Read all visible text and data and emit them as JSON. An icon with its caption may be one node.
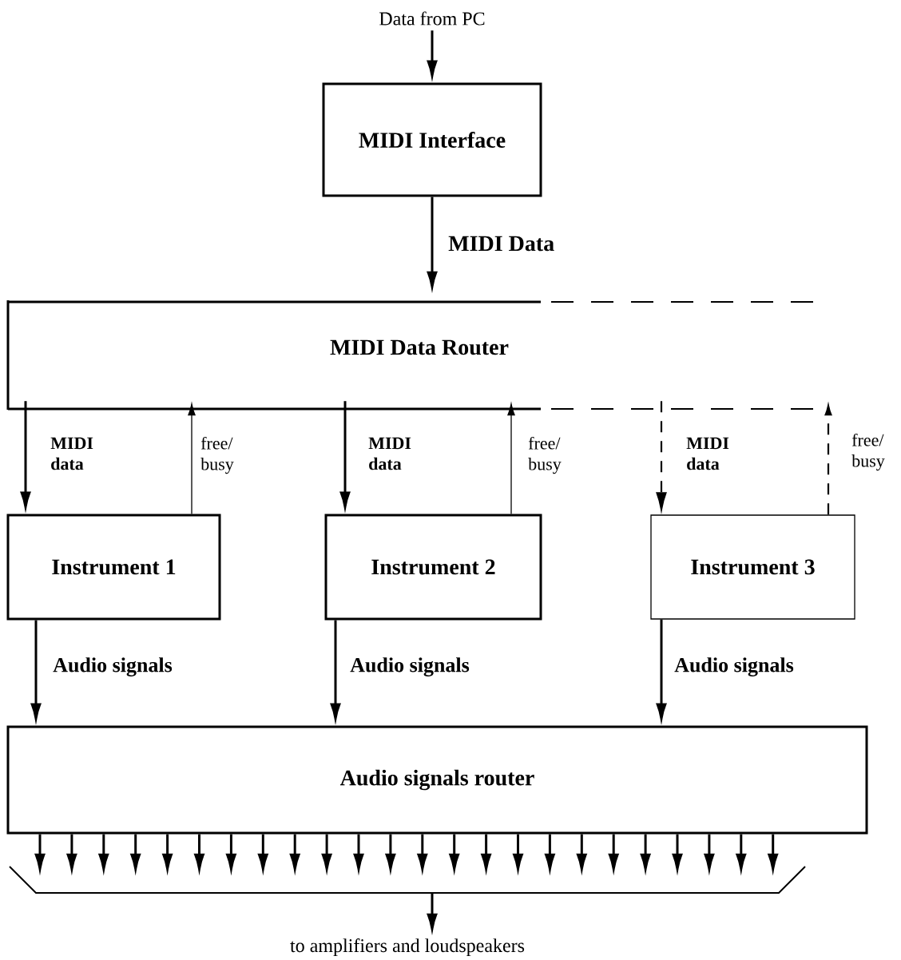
{
  "diagram": {
    "nodes": [
      {
        "text": [
          "Data from PC"
        ]
      },
      {
        "text": [
          "MIDI Interface"
        ]
      },
      {
        "text": [
          "MIDI Data Router"
        ]
      },
      {
        "text": [
          "Instrument 1"
        ]
      },
      {
        "text": [
          "Instrument 2"
        ]
      },
      {
        "text": [
          "Instrument 3"
        ]
      },
      {
        "text": [
          "Audio signals router"
        ]
      },
      {
        "text": [],
        "shape": "bar"
      },
      {
        "text": [
          "to amplifiers and loudspeakers"
        ]
      }
    ],
    "edges": [
      {
        "from": 0,
        "to": 1,
        "arrow": "to"
      },
      {
        "from": 1,
        "to": 2,
        "arrow": "to",
        "label": "MIDI Data"
      },
      {
        "from": 2,
        "to": 3,
        "arrow": "to",
        "label": "MIDI data"
      },
      {
        "from": 3,
        "to": 2,
        "arrow": "to",
        "label": "free/ busy"
      },
      {
        "from": 2,
        "to": 4,
        "arrow": "to",
        "label": "MIDI data"
      },
      {
        "from": 4,
        "to": 2,
        "arrow": "to",
        "label": "free/ busy"
      },
      {
        "from": 2,
        "to": 5,
        "arrow": "to",
        "style": "dashed",
        "label": "MIDI data"
      },
      {
        "from": 5,
        "to": 2,
        "arrow": "to",
        "style": "dashed",
        "label": "free/ busy"
      },
      {
        "from": 3,
        "to": 6,
        "arrow": "to",
        "label": "Audio signals"
      },
      {
        "from": 4,
        "to": 6,
        "arrow": "to",
        "label": "Audio signals"
      },
      {
        "from": 5,
        "to": 6,
        "arrow": "to",
        "label": "Audio signals"
      },
      {
        "from": 6,
        "to": 7,
        "arrow": "to"
      },
      {
        "from": 6,
        "to": 7,
        "arrow": "to"
      },
      {
        "from": 6,
        "to": 7,
        "arrow": "to"
      },
      {
        "from": 6,
        "to": 7,
        "arrow": "to"
      },
      {
        "from": 6,
        "to": 7,
        "arrow": "to"
      },
      {
        "from": 6,
        "to": 7,
        "arrow": "to"
      },
      {
        "from": 6,
        "to": 7,
        "arrow": "to"
      },
      {
        "from": 6,
        "to": 7,
        "arrow": "to"
      },
      {
        "from": 6,
        "to": 7,
        "arrow": "to"
      },
      {
        "from": 6,
        "to": 7,
        "arrow": "to"
      },
      {
        "from": 6,
        "to": 7,
        "arrow": "to"
      },
      {
        "from": 6,
        "to": 7,
        "arrow": "to"
      },
      {
        "from": 6,
        "to": 7,
        "arrow": "to"
      },
      {
        "from": 6,
        "to": 7,
        "arrow": "to"
      },
      {
        "from": 6,
        "to": 7,
        "arrow": "to"
      },
      {
        "from": 6,
        "to": 7,
        "arrow": "to"
      },
      {
        "from": 6,
        "to": 7,
        "arrow": "to"
      },
      {
        "from": 6,
        "to": 7,
        "arrow": "to"
      },
      {
        "from": 6,
        "to": 7,
        "arrow": "to"
      },
      {
        "from": 6,
        "to": 7,
        "arrow": "to"
      },
      {
        "from": 6,
        "to": 7,
        "arrow": "to"
      },
      {
        "from": 6,
        "to": 7,
        "arrow": "to"
      },
      {
        "from": 6,
        "to": 7,
        "arrow": "to"
      },
      {
        "from": 6,
        "to": 7,
        "arrow": "to"
      },
      {
        "from": 7,
        "to": 8,
        "arrow": "to"
      }
    ]
  }
}
